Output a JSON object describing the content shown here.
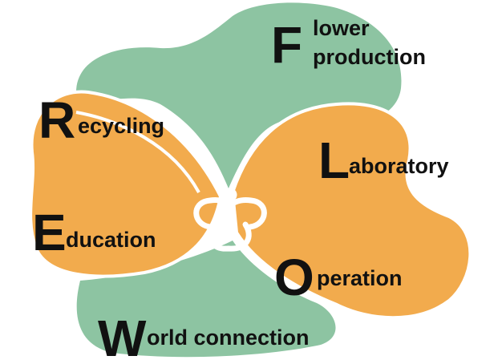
{
  "colors": {
    "orange": "#F2AB4D",
    "green": "#8DC4A2",
    "white": "#FFFFFF",
    "text": "#111111"
  },
  "items": [
    {
      "letter": "F",
      "rest_line1": "lower",
      "rest_line2": "production"
    },
    {
      "letter": "R",
      "rest": "ecycling"
    },
    {
      "letter": "L",
      "rest": "aboratory"
    },
    {
      "letter": "E",
      "rest": "ducation"
    },
    {
      "letter": "O",
      "rest": "peration"
    },
    {
      "letter": "W",
      "rest": "orld connection"
    }
  ]
}
